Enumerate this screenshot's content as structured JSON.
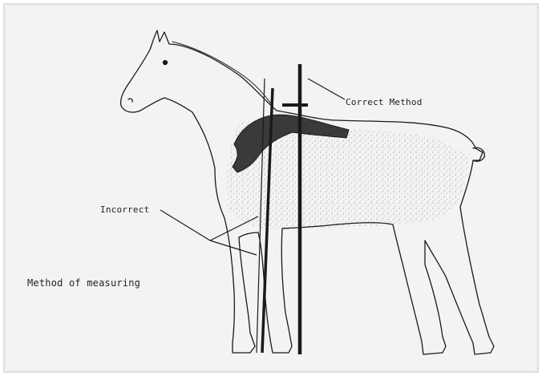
{
  "diagram": {
    "labels": {
      "correct": "Correct Method",
      "incorrect": "Incorrect",
      "caption": "Method of measuring"
    },
    "colors": {
      "ink": "#1a1a1a",
      "paper": "#f3f3f1"
    }
  }
}
